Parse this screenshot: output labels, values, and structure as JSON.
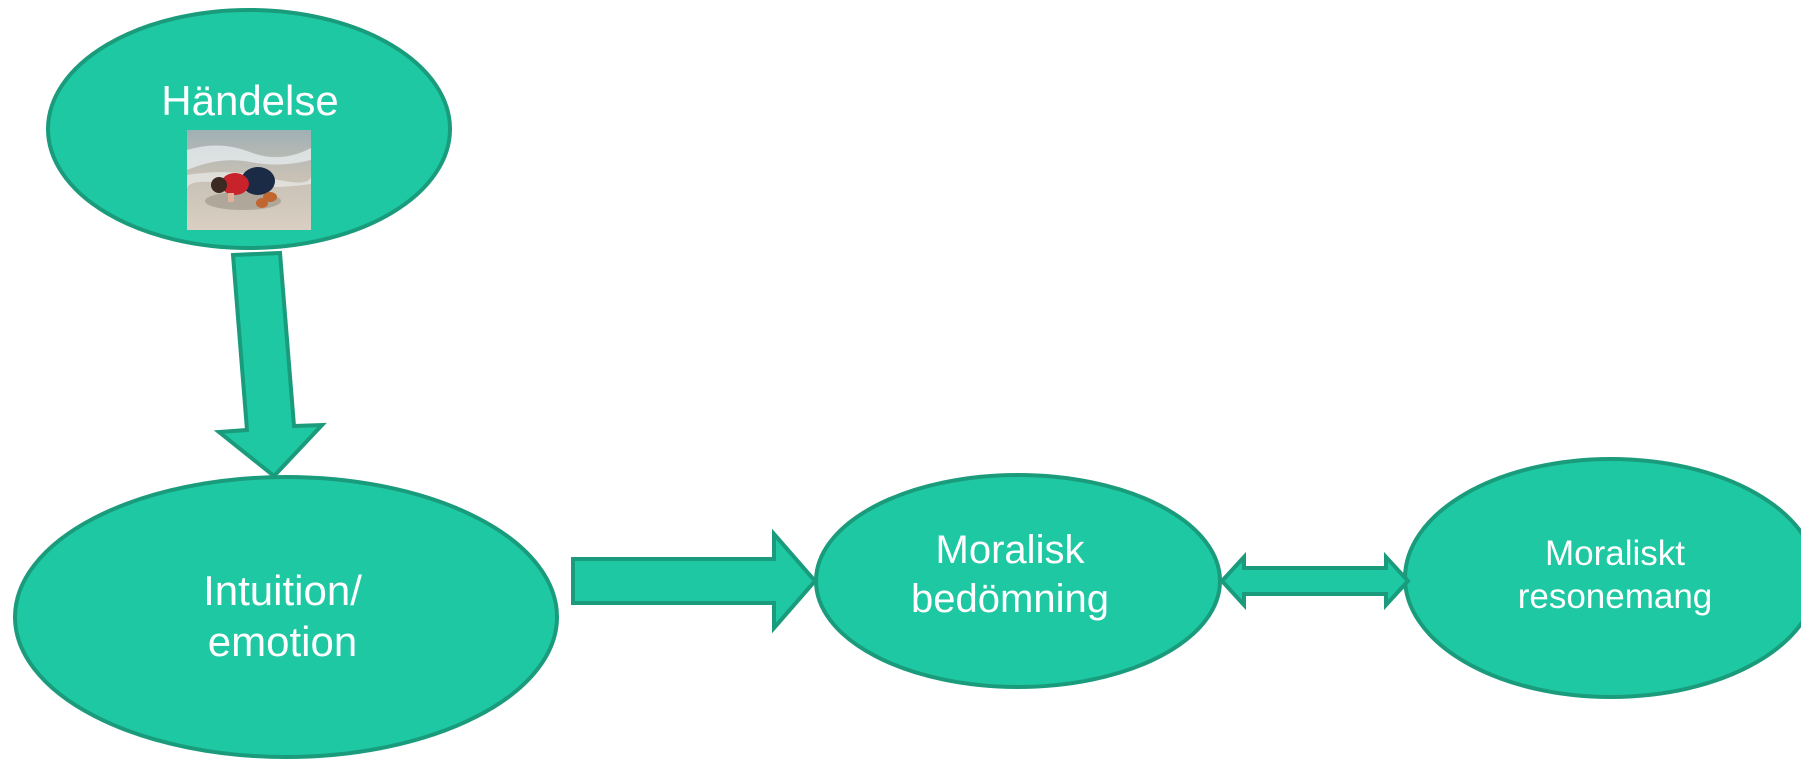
{
  "colors": {
    "node_fill": "#1DC8A3",
    "node_stroke": "#1A9C7C",
    "text": "#ffffff"
  },
  "nodes": {
    "event": {
      "label": "Händelse",
      "has_photo": true
    },
    "intuition": {
      "label": "Intuition/\nemotion"
    },
    "judgment": {
      "label": "Moralisk\nbedömning"
    },
    "reasoning": {
      "label": "Moraliskt\nresonemang"
    }
  },
  "edges": [
    {
      "from": "event",
      "to": "intuition",
      "type": "arrow"
    },
    {
      "from": "intuition",
      "to": "judgment",
      "type": "arrow"
    },
    {
      "from": "judgment",
      "to": "reasoning",
      "type": "double-arrow"
    }
  ]
}
